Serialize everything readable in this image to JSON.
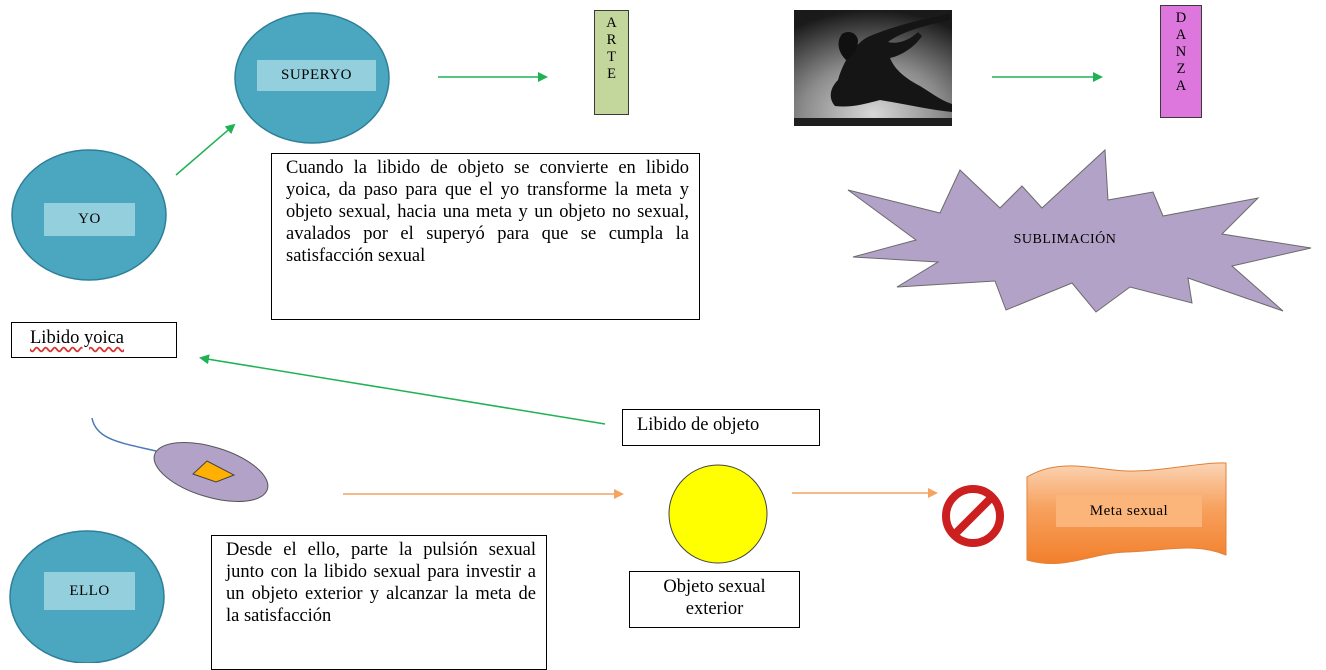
{
  "nodes": {
    "superyo": "SUPERYO",
    "yo": "YO",
    "ello": "ELLO",
    "sublimacion": "SUBLIMACIÓN",
    "meta_sexual": "Meta sexual"
  },
  "vertical_labels": {
    "arte": [
      "A",
      "R",
      "T",
      "E"
    ],
    "danza": [
      "D",
      "A",
      "N",
      "Z",
      "A"
    ]
  },
  "texts": {
    "superyo_explanation": "Cuando la libido de objeto se convierte en libido yoica, da paso para que el yo transforme la meta y objeto sexual, hacia una meta y un objeto no sexual, avalados por el superyó para que se cumpla la satisfacción sexual",
    "ello_explanation": "Desde el ello, parte la pulsión sexual junto con la libido sexual para investir a un objeto exterior y alcanzar la meta de la satisfacción",
    "libido_yoica": "Libido yoica",
    "libido_objeto": "Libido de objeto",
    "objeto_sexual_exterior": "Objeto sexual exterior"
  },
  "colors": {
    "ego_circle": "#4ba7c0",
    "ego_label_bg": "#93cfdc",
    "arte_box": "#c3d69b",
    "danza_box": "#dd77dd",
    "sublimation_star": "#b3a2c7",
    "green_arrow": "#1fb253",
    "orange_arrow": "#f4a460",
    "object_circle": "#ffff00",
    "meta_banner": "#f79646",
    "prohibited_sign": "#cc1f1f",
    "sperm_body": "#b3a2c7",
    "sperm_nucleus": "#ffb000"
  },
  "icons": {
    "dancer_photo": "dancer-photo",
    "prohibited": "prohibited-icon",
    "sperm_cell": "sperm-cell-icon"
  }
}
